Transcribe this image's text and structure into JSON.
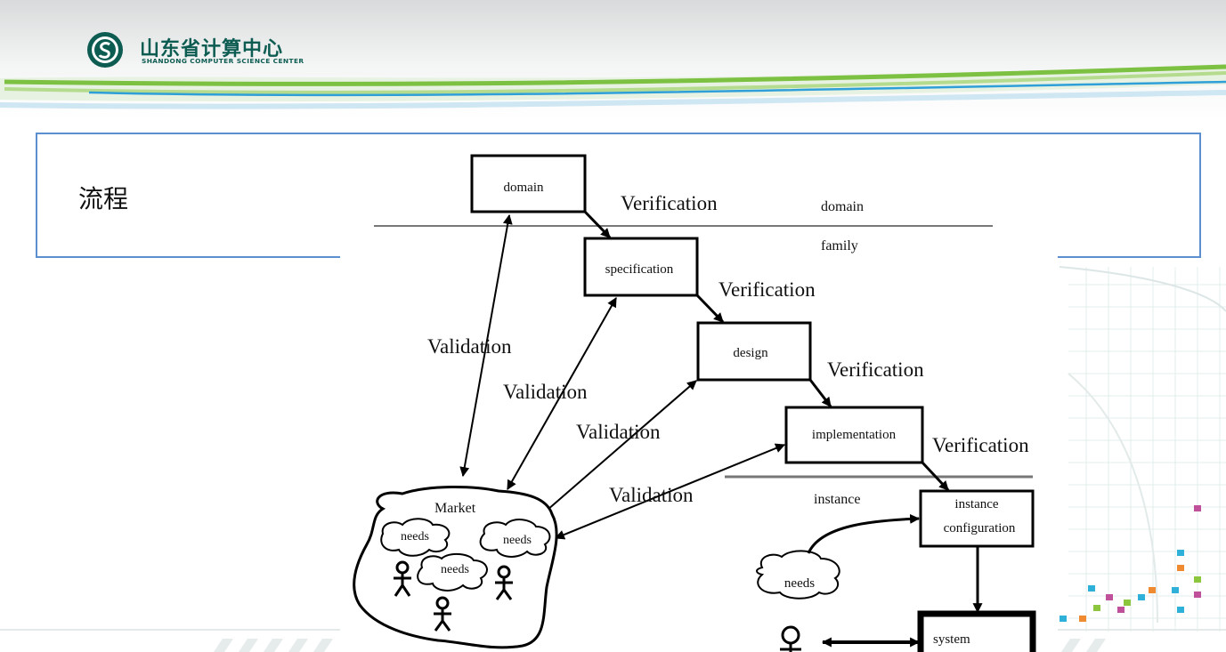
{
  "header": {
    "logo": {
      "name_cn": "山东省计算中心",
      "name_en": "SHANDONG COMPUTER SCIENCE CENTER"
    }
  },
  "slide": {
    "title": "流程"
  },
  "diagram": {
    "boxes": {
      "domain": "domain",
      "specification": "specification",
      "design": "design",
      "implementation": "implementation",
      "instance_line1": "instance",
      "instance_line2": "configuration",
      "system": "system"
    },
    "verification": [
      "Verification",
      "Verification",
      "Verification",
      "Verification"
    ],
    "validation": [
      "Validation",
      "Validation",
      "Validation",
      "Validation"
    ],
    "layers": {
      "domain": "domain",
      "family": "family",
      "instance": "instance"
    },
    "market": "Market",
    "needs": [
      "needs",
      "needs",
      "needs",
      "needs"
    ]
  },
  "colors": {
    "title_border": "#5b8fcf",
    "logo_green": "#0d5c52",
    "swoosh_green": "#7cc142",
    "swoosh_blue": "#2f9fd8"
  }
}
